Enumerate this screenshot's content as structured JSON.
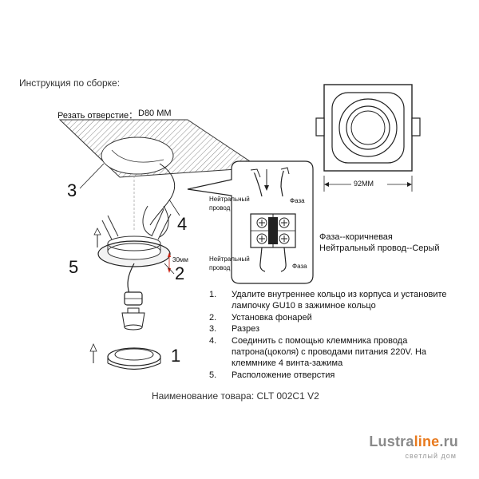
{
  "title": "Инструкция по сборке:",
  "cut_hole": {
    "label": "Резать отверстие：",
    "value": "D80 MM"
  },
  "callouts": {
    "n1": "1",
    "n2": "2",
    "n3": "3",
    "n4": "4",
    "n5": "5"
  },
  "depth_label": "30мм",
  "dimension_label": "92ММ",
  "wiring": {
    "neutral_top": [
      "Нейтральный",
      "провод"
    ],
    "phase_top": "Фаза",
    "neutral_bottom": [
      "Нейтральный",
      "провод"
    ],
    "phase_bottom": "Фаза"
  },
  "legend": {
    "phase": "Фаза--коричневая",
    "neutral": "Нейтральный провод--Серый"
  },
  "steps": [
    {
      "num": "1.",
      "text": "Удалите внутреннее кольцо из корпуса и установите лампочку GU10 в зажимное кольцо"
    },
    {
      "num": "2.",
      "text": "Установка фонарей"
    },
    {
      "num": "3.",
      "text": "Разрез"
    },
    {
      "num": "4.",
      "text": "Соединить с помощью клеммника провода патрона(цоколя) с проводами питания 220V. На клеммнике 4 винта-зажима"
    },
    {
      "num": "5.",
      "text": "Расположение отверстия"
    }
  ],
  "product": "Наименование товара: CLT 002C1 V2",
  "brand": {
    "main": "Lustra",
    "accent": "line",
    "suffix": ".ru",
    "sub": "светлый дом",
    "accent_color": "#e87a1e"
  }
}
